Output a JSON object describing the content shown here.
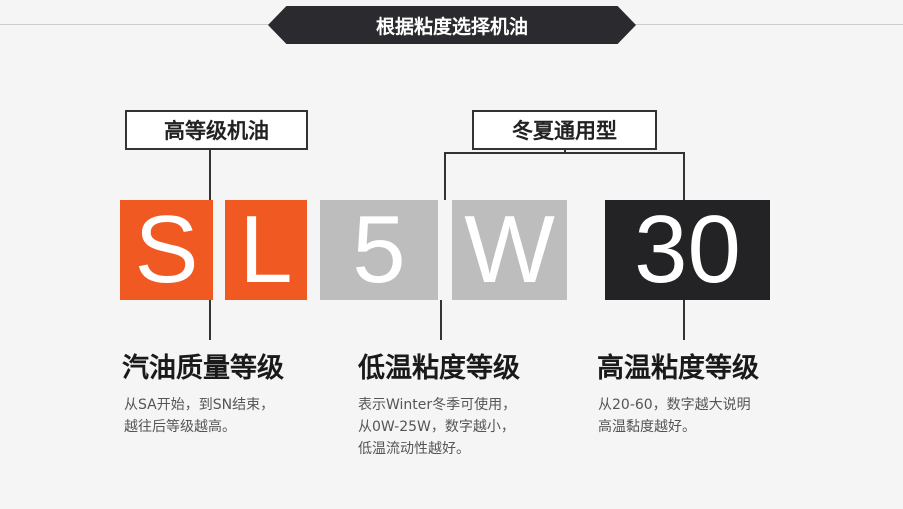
{
  "title": "根据粘度选择机油",
  "labels": {
    "high_grade": "高等级机油",
    "all_season": "冬夏通用型"
  },
  "blocks": [
    {
      "text": "S",
      "color": "#f05a22"
    },
    {
      "text": "L",
      "color": "#f05a22"
    },
    {
      "text": "5",
      "color": "#bdbdbd"
    },
    {
      "text": "W",
      "color": "#bdbdbd"
    },
    {
      "text": "30",
      "color": "#232326"
    }
  ],
  "sections": [
    {
      "heading": "汽油质量等级",
      "lines": [
        "从SA开始，到SN结束，",
        "越往后等级越高。"
      ]
    },
    {
      "heading": "低温粘度等级",
      "lines": [
        "表示Winter冬季可使用，",
        "从0W-25W，数字越小，",
        "低温流动性越好。"
      ]
    },
    {
      "heading": "高温粘度等级",
      "lines": [
        "从20-60，数字越大说明",
        "高温黏度越好。"
      ]
    }
  ]
}
